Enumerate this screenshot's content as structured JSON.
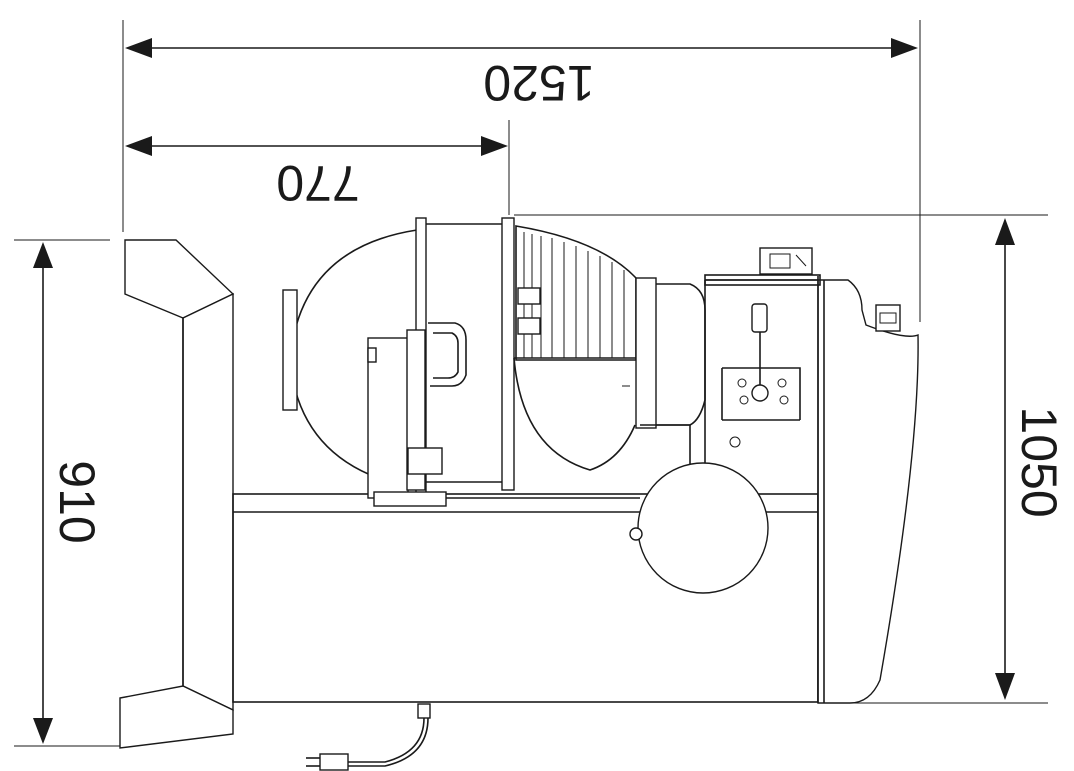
{
  "dimensions": {
    "overall_length": "1520",
    "partial_length": "770",
    "height_right": "1050",
    "height_left": "910"
  }
}
